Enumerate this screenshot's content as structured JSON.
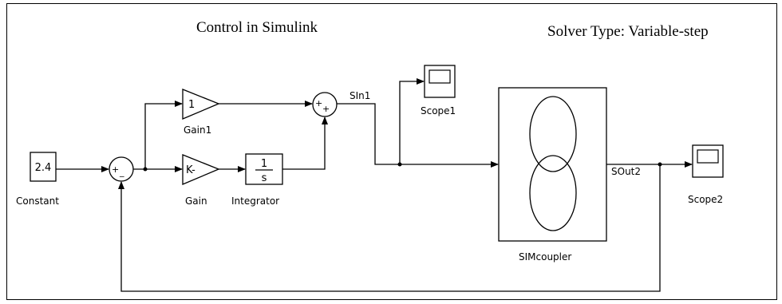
{
  "header": {
    "title": "Control in Simulink",
    "solver": "Solver Type: Variable-step"
  },
  "blocks": {
    "constant": {
      "value": "2.4",
      "label": "Constant"
    },
    "sum1": {
      "signs_top": "+",
      "signs_bottom": "_"
    },
    "gain1": {
      "value": "1",
      "label": "Gain1"
    },
    "gain": {
      "value": "K-",
      "label": "Gain"
    },
    "integrator": {
      "numerator": "1",
      "denominator": "s",
      "label": "Integrator"
    },
    "sum2": {
      "signs": "+",
      "signs2": "+"
    },
    "scope1": {
      "label": "Scope1"
    },
    "simcoupler": {
      "label": "SIMcoupler"
    },
    "scope2": {
      "label": "Scope2"
    }
  },
  "signals": {
    "sin1": "SIn1",
    "sout2": "SOut2"
  }
}
